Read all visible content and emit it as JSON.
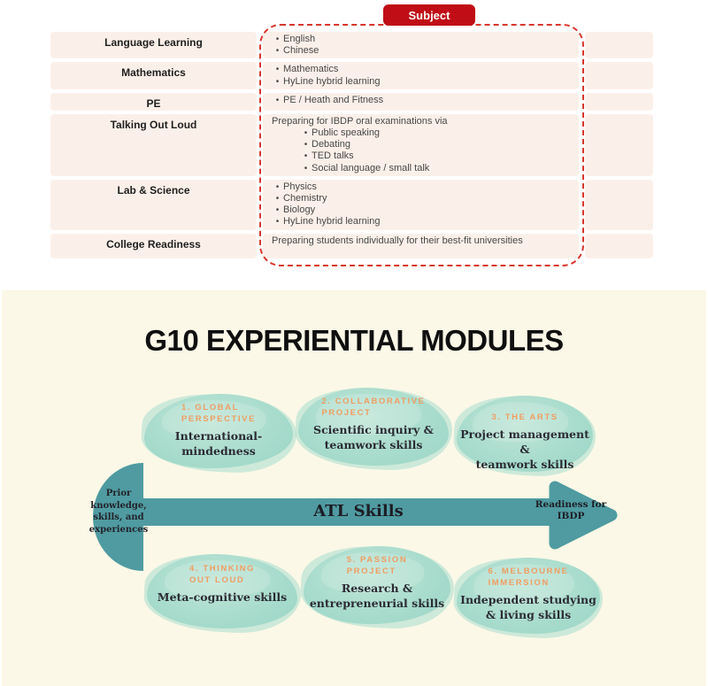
{
  "colors": {
    "badge_red": "#c00d16",
    "dash_red": "#d9352c",
    "row_bg": "#fbf0e9",
    "panel_bg": "#fbf8e7",
    "blob": "#a6dbcc",
    "label_orange": "#ef9e63",
    "arrow_teal": "#4f9ba1"
  },
  "subject_badge": {
    "label": "Subject"
  },
  "table": {
    "rows": [
      {
        "label": "Language Learning",
        "items": [
          {
            "text": "English",
            "bullet": true
          },
          {
            "text": "Chinese",
            "bullet": true
          }
        ]
      },
      {
        "label": "Mathematics",
        "items": [
          {
            "text": "Mathematics",
            "bullet": true
          },
          {
            "text": "HyLine hybrid learning",
            "bullet": true
          }
        ]
      },
      {
        "label": "PE",
        "items": [
          {
            "text": "PE / Heath and Fitness",
            "bullet": true
          }
        ]
      },
      {
        "label": "Talking Out Loud",
        "items": [
          {
            "text": "Preparing for IBDP oral examinations via",
            "bullet": false
          },
          {
            "text": "Public speaking",
            "bullet": true,
            "indent": true
          },
          {
            "text": "Debating",
            "bullet": true,
            "indent": true
          },
          {
            "text": "TED talks",
            "bullet": true,
            "indent": true
          },
          {
            "text": "Social language / small talk",
            "bullet": true,
            "indent": true
          }
        ]
      },
      {
        "label": "Lab & Science",
        "items": [
          {
            "text": "Physics",
            "bullet": true
          },
          {
            "text": "Chemistry",
            "bullet": true
          },
          {
            "text": "Biology",
            "bullet": true
          },
          {
            "text": "HyLine hybrid learning",
            "bullet": true
          }
        ]
      },
      {
        "label": "College Readiness",
        "items": [
          {
            "text": "Preparing students individually for their best-fit universities",
            "bullet": false
          }
        ]
      }
    ]
  },
  "diagram": {
    "title": "G10 EXPERIENTIAL MODULES",
    "arrow": {
      "left_label": "Prior\nknowledge,\nskills, and\nexperiences",
      "center_label": "ATL Skills",
      "right_label": "Readiness for\nIBDP"
    },
    "modules": [
      {
        "number_label": "1. GLOBAL\nPERSPECTIVE",
        "skill": "International-\nmindedness"
      },
      {
        "number_label": "2. COLLABORATIVE\nPROJECT",
        "skill": "Scientific inquiry &\nteamwork skills"
      },
      {
        "number_label": "3. THE ARTS",
        "skill": "Project management &\nteamwork skills"
      },
      {
        "number_label": "4. THINKING\nOUT LOUD",
        "skill": "Meta-cognitive skills"
      },
      {
        "number_label": "5. PASSION\nPROJECT",
        "skill": "Research &\nentrepreneurial skills"
      },
      {
        "number_label": "6. MELBOURNE\nIMMERSION",
        "skill": "Independent studying\n& living skills"
      }
    ]
  }
}
